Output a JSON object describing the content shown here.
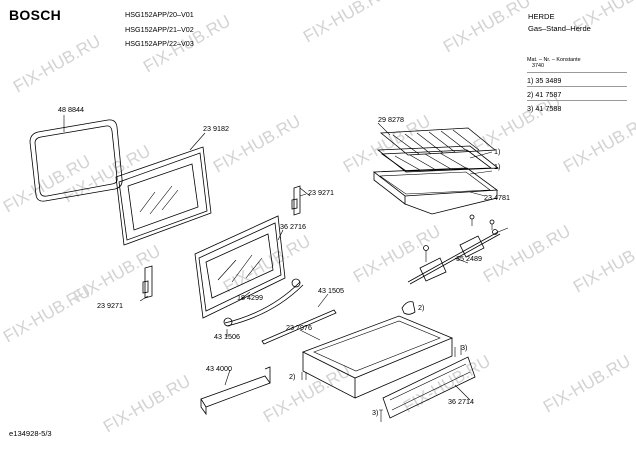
{
  "header": {
    "brand": "BOSCH",
    "models": [
      "HSG152APP/20–V01",
      "HSG152APP/21–V02",
      "HSG152APP/22–V03"
    ],
    "category": "HERDE",
    "subcategory": "Gas–Stand–Herde"
  },
  "legend": {
    "heading": "Mat. – Nr. – Konstante",
    "heading_value": "3740",
    "items": [
      "1)  35 3489",
      "2)  41 7587",
      "3)  41 7588"
    ]
  },
  "parts": [
    "48 8844",
    "23 9182",
    "23 9271",
    "36 2716",
    "23 9271",
    "18 4299",
    "43 1506",
    "43 1505",
    "23 7976",
    "43 4000",
    "29 8278",
    "23 4781",
    "35 2489",
    "36 2714"
  ],
  "markers": [
    "1)",
    "1)",
    "2)",
    "2)",
    "3)",
    "3)"
  ],
  "watermark": "FIX-HUB.RU",
  "footer": {
    "diagram_id": "e134928-5/3"
  }
}
